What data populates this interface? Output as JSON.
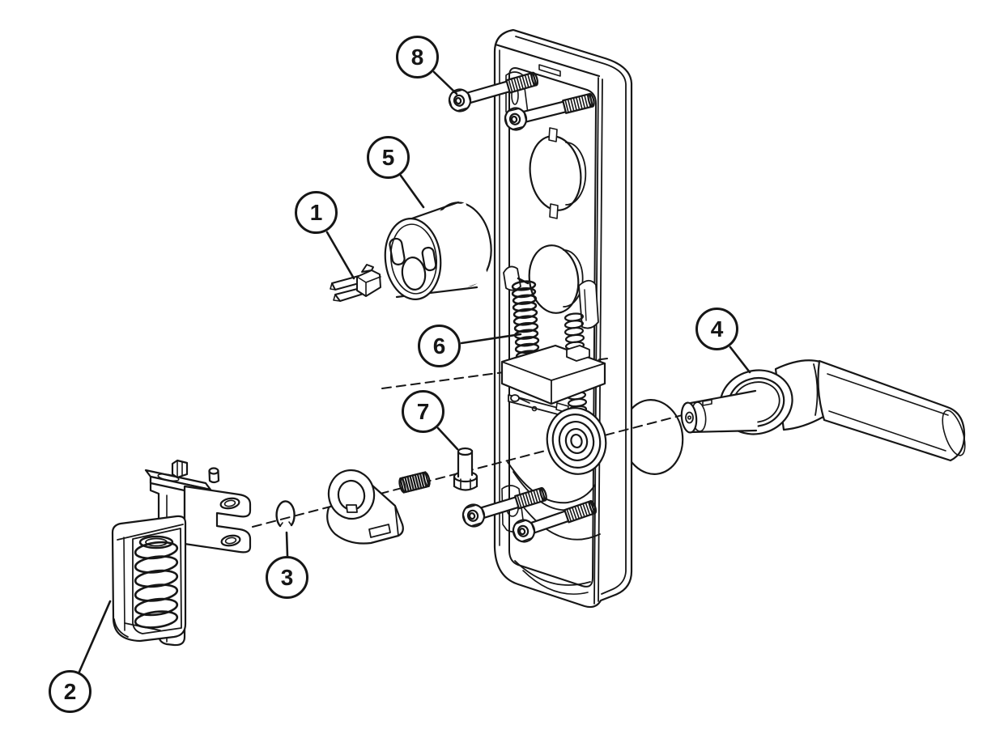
{
  "diagram": {
    "background_color": "#ffffff",
    "line_color": "#161616",
    "callouts": [
      {
        "label": "1"
      },
      {
        "label": "2"
      },
      {
        "label": "3"
      },
      {
        "label": "4"
      },
      {
        "label": "5"
      },
      {
        "label": "6"
      },
      {
        "label": "7"
      },
      {
        "label": "8"
      }
    ]
  }
}
